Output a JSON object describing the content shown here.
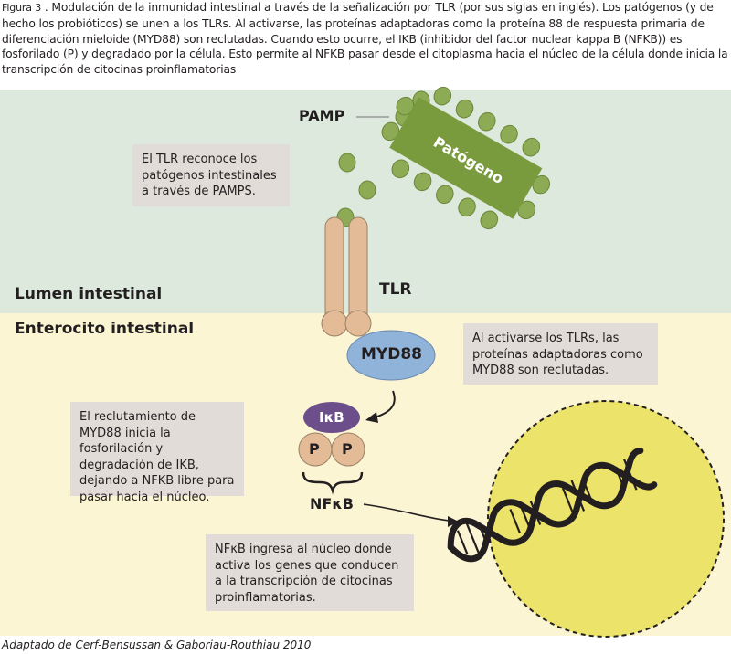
{
  "caption": {
    "figure_label": "Figura 3",
    "text": " . Modulación de la inmunidad intestinal a través de la señalización por TLR (por sus siglas en inglés). Los patógenos (y de hecho los probióticos) se unen a los TLRs. Al activarse, las proteínas adaptadoras como la proteína 88 de respuesta primaria de diferenciación mieloide (MYD88) son reclutadas. Cuando esto ocurre, el IKB (inhibidor del factor nuclear kappa B (NFKB)) es fosforilado (P) y degradado por la célula. Esto permite al NFKB pasar desde el citoplasma hacia el núcleo de la célula donde inicia la transcripción de citocinas proinflamatorias"
  },
  "regions": {
    "lumen": "Lumen intestinal",
    "enterocyte": "Enterocito intestinal"
  },
  "labels": {
    "pamp": "PAMP",
    "pathogen": "Patógeno",
    "tlr": "TLR",
    "myd88": "MYD88",
    "ikb": "IκB",
    "p": "P",
    "nfkb": "NFκB"
  },
  "notes": {
    "tlr_recognizes": "El TLR reconoce los patógenos intestinales a través de PAMPS.",
    "tlr_activation": "Al activarse los TLRs, las proteínas adaptadoras como MYD88 son reclutadas.",
    "myd88_recruitment": "El reclutamiento de MYD88 inicia la fosforilación y degradación de IKB, dejando a NFKB libre para pasar hacia el núcleo.",
    "nfkb_nucleus": "NFκB ingresa al núcleo donde activa los genes que conducen a la transcripción de citocinas proinflamatorias."
  },
  "credit": "Adaptado de Cerf-Bensussan & Gaboriau-Routhiau 2010",
  "colors": {
    "lumen_bg": "#dde9dd",
    "enterocyte_bg": "#fbf5d3",
    "pathogen": "#7a9a3e",
    "pamp_dot": "#8daa55",
    "tlr": "#e3bc97",
    "myd88": "#8fb3d9",
    "ikb": "#6b4e8a",
    "nucleus": "#ece36a",
    "note_box": "#e2dcd8"
  }
}
